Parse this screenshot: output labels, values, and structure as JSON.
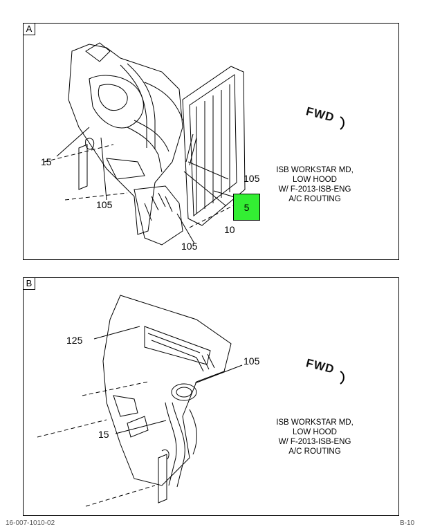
{
  "panel_a": {
    "letter": "A",
    "callouts": {
      "c15": "15",
      "c105_left": "105",
      "c105_right": "105",
      "c105_bottom": "105",
      "c10": "10",
      "c5": "5"
    },
    "fwd": "FWD",
    "note": [
      "ISB WORKSTAR MD,",
      "LOW HOOD",
      "W/ F-2013-ISB-ENG",
      "A/C ROUTING"
    ],
    "highlight_color": "#33ee33"
  },
  "panel_b": {
    "letter": "B",
    "callouts": {
      "c125": "125",
      "c105": "105",
      "c15": "15"
    },
    "fwd": "FWD",
    "note": [
      "ISB WORKSTAR MD,",
      "LOW HOOD",
      "W/ F-2013-ISB-ENG",
      "A/C ROUTING"
    ]
  },
  "footer": {
    "left": "16-007-1010-02",
    "right": "B-10"
  }
}
